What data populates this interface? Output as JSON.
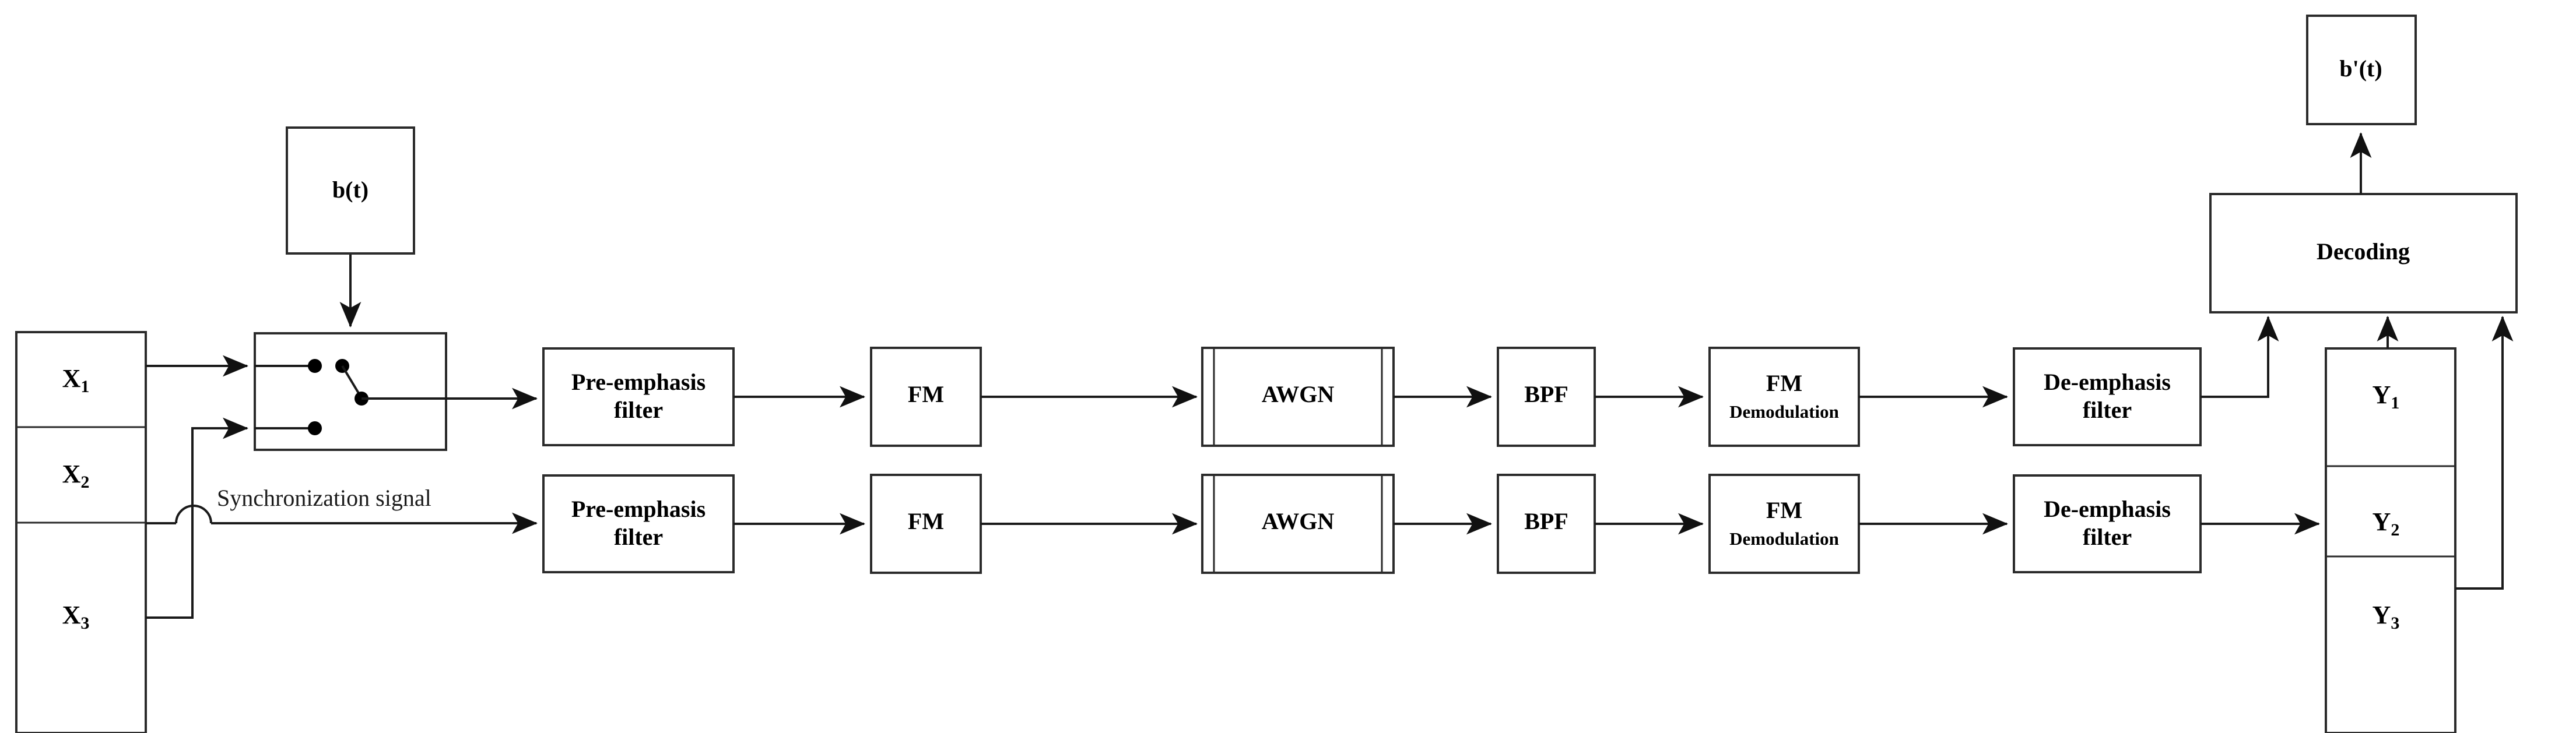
{
  "diagram": {
    "title": "FM transmission chain block diagram",
    "colors": {
      "stroke": "#2b2b2b",
      "wire": "#1a1a1a",
      "background": "#ffffff",
      "text": "#000000"
    },
    "source_block": {
      "label": "b(t)",
      "name": "b-of-t"
    },
    "input_stack": {
      "name": "input-signal-stack",
      "items": [
        {
          "base": "X",
          "sub": "1"
        },
        {
          "base": "X",
          "sub": "2"
        },
        {
          "base": "X",
          "sub": "3"
        }
      ]
    },
    "switch_block": {
      "name": "selector-switch",
      "terminals": 2,
      "poles": 1
    },
    "annotation": {
      "sync_label": "Synchronization signal"
    },
    "chain_top": {
      "name": "upper-branch",
      "blocks": [
        {
          "label": "Pre-emphasis",
          "label2": "filter",
          "name": "pre-emphasis-filter"
        },
        {
          "label": "FM",
          "label2": "",
          "name": "fm-modulator"
        },
        {
          "label": "AWGN",
          "label2": "",
          "name": "awgn-channel"
        },
        {
          "label": "BPF",
          "label2": "",
          "name": "bandpass-filter"
        },
        {
          "label": "FM",
          "label2": "Demodulation",
          "name": "fm-demodulator"
        },
        {
          "label": "De-emphasis",
          "label2": "filter",
          "name": "de-emphasis-filter"
        }
      ]
    },
    "chain_bottom": {
      "name": "lower-branch",
      "blocks": [
        {
          "label": "Pre-emphasis",
          "label2": "filter",
          "name": "pre-emphasis-filter"
        },
        {
          "label": "FM",
          "label2": "",
          "name": "fm-modulator"
        },
        {
          "label": "AWGN",
          "label2": "",
          "name": "awgn-channel"
        },
        {
          "label": "BPF",
          "label2": "",
          "name": "bandpass-filter"
        },
        {
          "label": "FM",
          "label2": "Demodulation",
          "name": "fm-demodulator"
        },
        {
          "label": "De-emphasis",
          "label2": "filter",
          "name": "de-emphasis-filter"
        }
      ]
    },
    "output_stack": {
      "name": "output-signal-stack",
      "items": [
        {
          "base": "Y",
          "sub": "1"
        },
        {
          "base": "Y",
          "sub": "2"
        },
        {
          "base": "Y",
          "sub": "3"
        }
      ]
    },
    "decoding_block": {
      "label": "Decoding",
      "name": "decoding"
    },
    "output_block": {
      "label": "b'(t)",
      "name": "b-prime-of-t"
    }
  }
}
